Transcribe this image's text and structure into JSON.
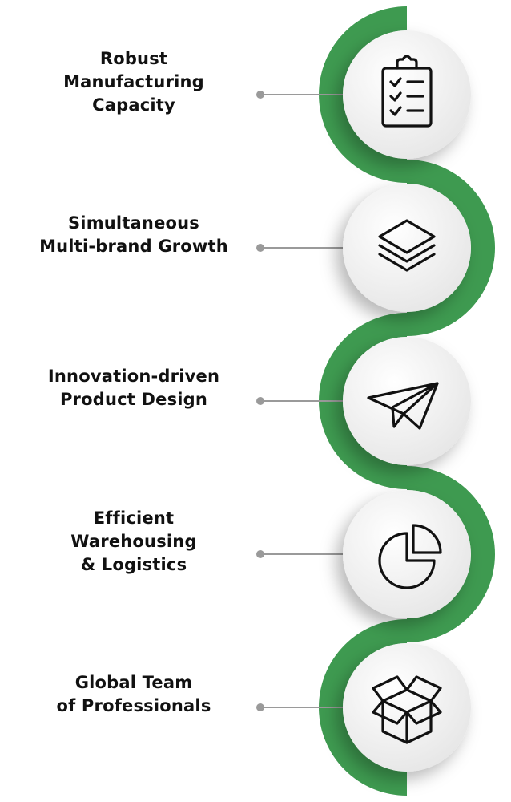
{
  "colors": {
    "accent": "#3e9a50",
    "connector": "#9a9a9a",
    "circle": "#f1f1f1",
    "icon": "#111111",
    "text": "#111111"
  },
  "steps": [
    {
      "lines": [
        "Robust",
        "Manufacturing",
        "Capacity"
      ],
      "icon": "clipboard-checklist-icon"
    },
    {
      "lines": [
        "Simultaneous",
        "Multi-brand Growth"
      ],
      "icon": "stacked-layers-icon"
    },
    {
      "lines": [
        "Innovation-driven",
        "Product Design"
      ],
      "icon": "paper-plane-icon"
    },
    {
      "lines": [
        "Efficient",
        "Warehousing",
        "& Logistics"
      ],
      "icon": "pie-chart-icon"
    },
    {
      "lines": [
        "Global Team",
        "of Professionals"
      ],
      "icon": "open-box-icon"
    }
  ]
}
